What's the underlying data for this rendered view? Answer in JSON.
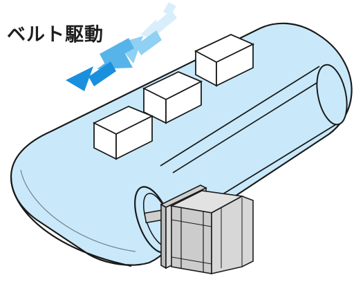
{
  "diagram": {
    "title": "ベルト駆動",
    "colors": {
      "belt_fill": "#c9e9fa",
      "belt_stroke": "#1a1a1a",
      "arrow_strong": "#1a8fde",
      "arrow_light": "#8fd0f3",
      "motor_fill": "#d6d6d6",
      "box_fill": "#ffffff"
    },
    "components": [
      "belt-conveyor",
      "cargo-box",
      "cargo-box",
      "cargo-box",
      "stepping-motor",
      "direction-arrows"
    ]
  }
}
